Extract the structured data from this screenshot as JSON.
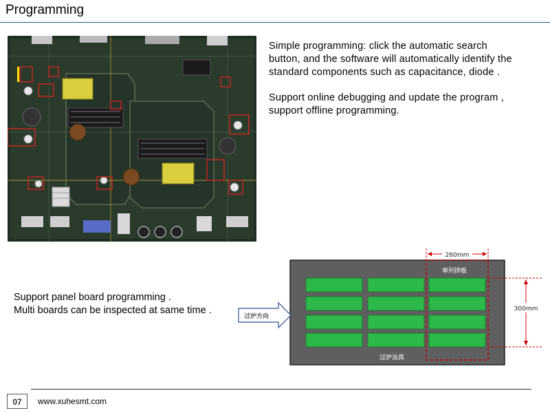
{
  "slide": {
    "title": "Programming",
    "page_number": "07",
    "website": "www.xuhesmt.com"
  },
  "paragraphs": {
    "simple_lines": [
      "Simple programming: click the automatic search",
      "button, and the software will automatically identify the",
      "standard components  such as capacitance, diode ."
    ],
    "online_lines": [
      "Support online debugging and update the program ,",
      "support offline programming."
    ],
    "panel_lines": [
      "Support panel board programming .",
      "Multi boards can be inspected at same time ."
    ]
  },
  "diagram": {
    "width_label": "260mm",
    "height_label": "300mm",
    "column_label": "单列拼板",
    "fixture_label": "过炉治具",
    "direction_label": "过炉方向",
    "colors": {
      "fixture": "#5f5f5f",
      "board": "#2db94a",
      "dim": "#cc0000"
    }
  },
  "colors": {
    "accent_rule": "#1f5d8a",
    "pcb_base": "#1e2e22"
  }
}
